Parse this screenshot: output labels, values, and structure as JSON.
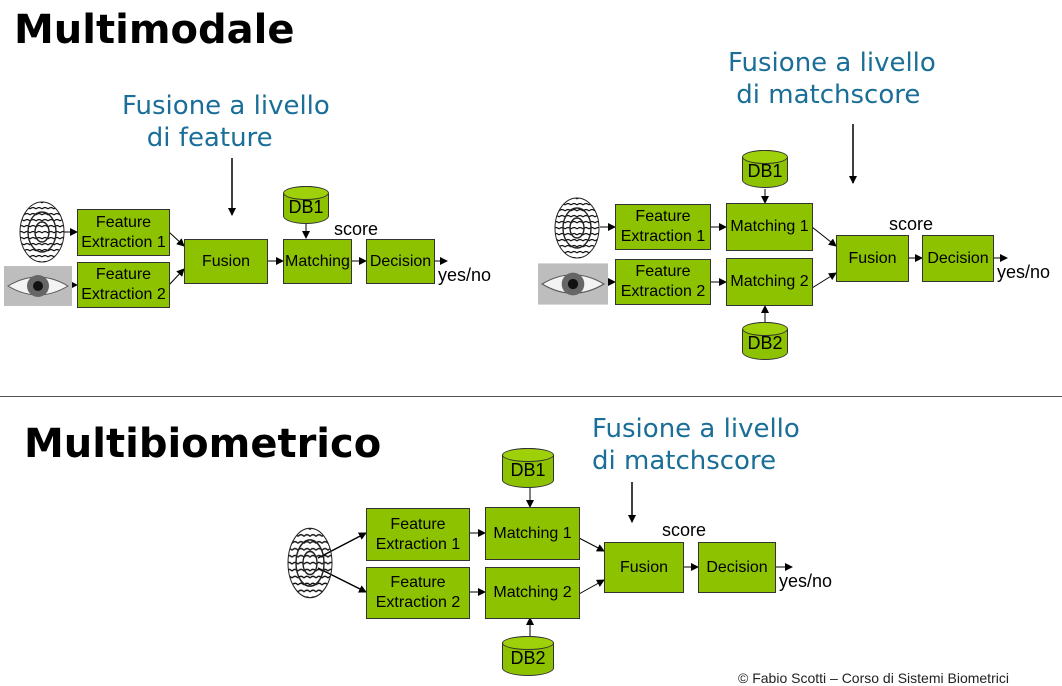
{
  "top": {
    "title": "Multimodale",
    "feature_fusion": {
      "callout": "Fusione a livello\n   di feature",
      "extraction_1": [
        "Feature",
        "Extraction 1"
      ],
      "extraction_2": [
        "Feature",
        "Extraction 2"
      ],
      "fusion": "Fusion",
      "db": "DB1",
      "matching": "Matching",
      "score": "score",
      "decision": "Decision",
      "output": "yes/no"
    },
    "score_fusion": {
      "callout": "Fusione a livello\n di matchscore",
      "extraction_1": [
        "Feature",
        "Extraction 1"
      ],
      "extraction_2": [
        "Feature",
        "Extraction 2"
      ],
      "db1": "DB1",
      "db2": "DB2",
      "matching_1": "Matching 1",
      "matching_2": "Matching 2",
      "score": "score",
      "fusion": "Fusion",
      "decision": "Decision",
      "output": "yes/no"
    }
  },
  "bottom": {
    "title": "Multibiometrico",
    "callout": "Fusione a livello\ndi matchscore",
    "extraction_1": [
      "Feature",
      "Extraction 1"
    ],
    "extraction_2": [
      "Feature",
      "Extraction 2"
    ],
    "db1": "DB1",
    "db2": "DB2",
    "matching_1": "Matching 1",
    "matching_2": "Matching 2",
    "score": "score",
    "fusion": "Fusion",
    "decision": "Decision",
    "output": "yes/no"
  },
  "footer": "© Fabio Scotti – Corso di Sistemi Biometrici",
  "colors": {
    "box": "#8dc200",
    "callout": "#1a6e97",
    "border": "#333333"
  },
  "icons": [
    "fingerprint-icon",
    "eye-icon"
  ]
}
